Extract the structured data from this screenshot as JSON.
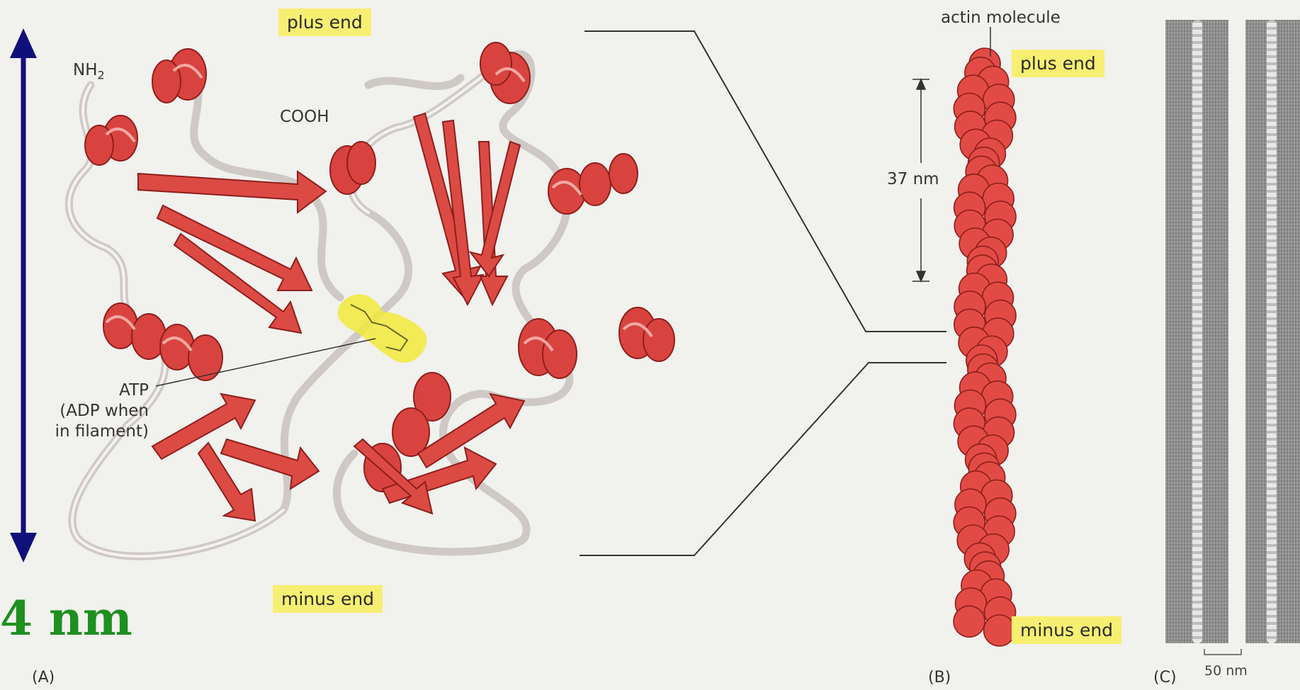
{
  "labels": {
    "plus_end_top": "plus end",
    "minus_end_bottom": "minus end",
    "nh2": "NH2",
    "cooh": "COOH",
    "atp_line1": "ATP",
    "atp_line2": "(ADP when",
    "atp_line3": "in filament)",
    "dimension": "4 nm",
    "panel_a": "(A)",
    "actin_molecule": "actin molecule",
    "plus_end_b": "plus end",
    "nm37": "37 nm",
    "minus_end_b": "minus end",
    "panel_b": "(B)",
    "panel_c": "(C)",
    "nm50": "50 nm"
  },
  "colors": {
    "helix": "#d9433f",
    "coil": "#e2dcd8",
    "atp_highlight": "#f2ea3a",
    "dimension_arrow": "#10107a",
    "dimension_text": "#1f8f1f",
    "label_highlight": "#f7ef72",
    "sphere": "#e24b45"
  }
}
